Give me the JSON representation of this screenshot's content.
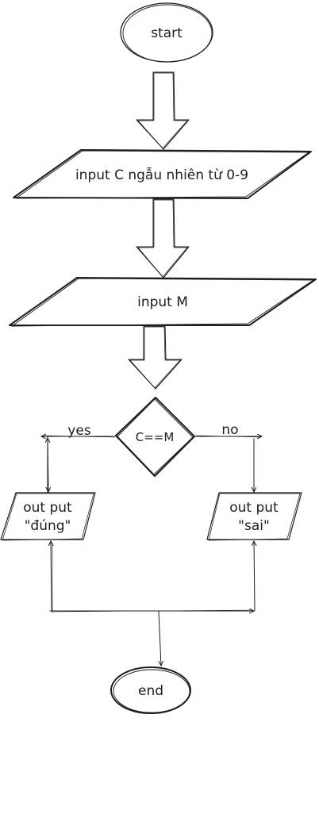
{
  "nodes": {
    "start": "start",
    "input_c": "input C ngẫu nhiên từ 0-9",
    "input_m": "input M",
    "decision": "C==M",
    "out_dung_line1": "out put",
    "out_dung_line2": "\"đúng\"",
    "out_sai_line1": "out put",
    "out_sai_line2": "\"sai\"",
    "end": "end"
  },
  "edges": {
    "yes": "yes",
    "no": "no"
  },
  "colors": {
    "stroke": "#1e1e1e",
    "background": "#ffffff"
  }
}
